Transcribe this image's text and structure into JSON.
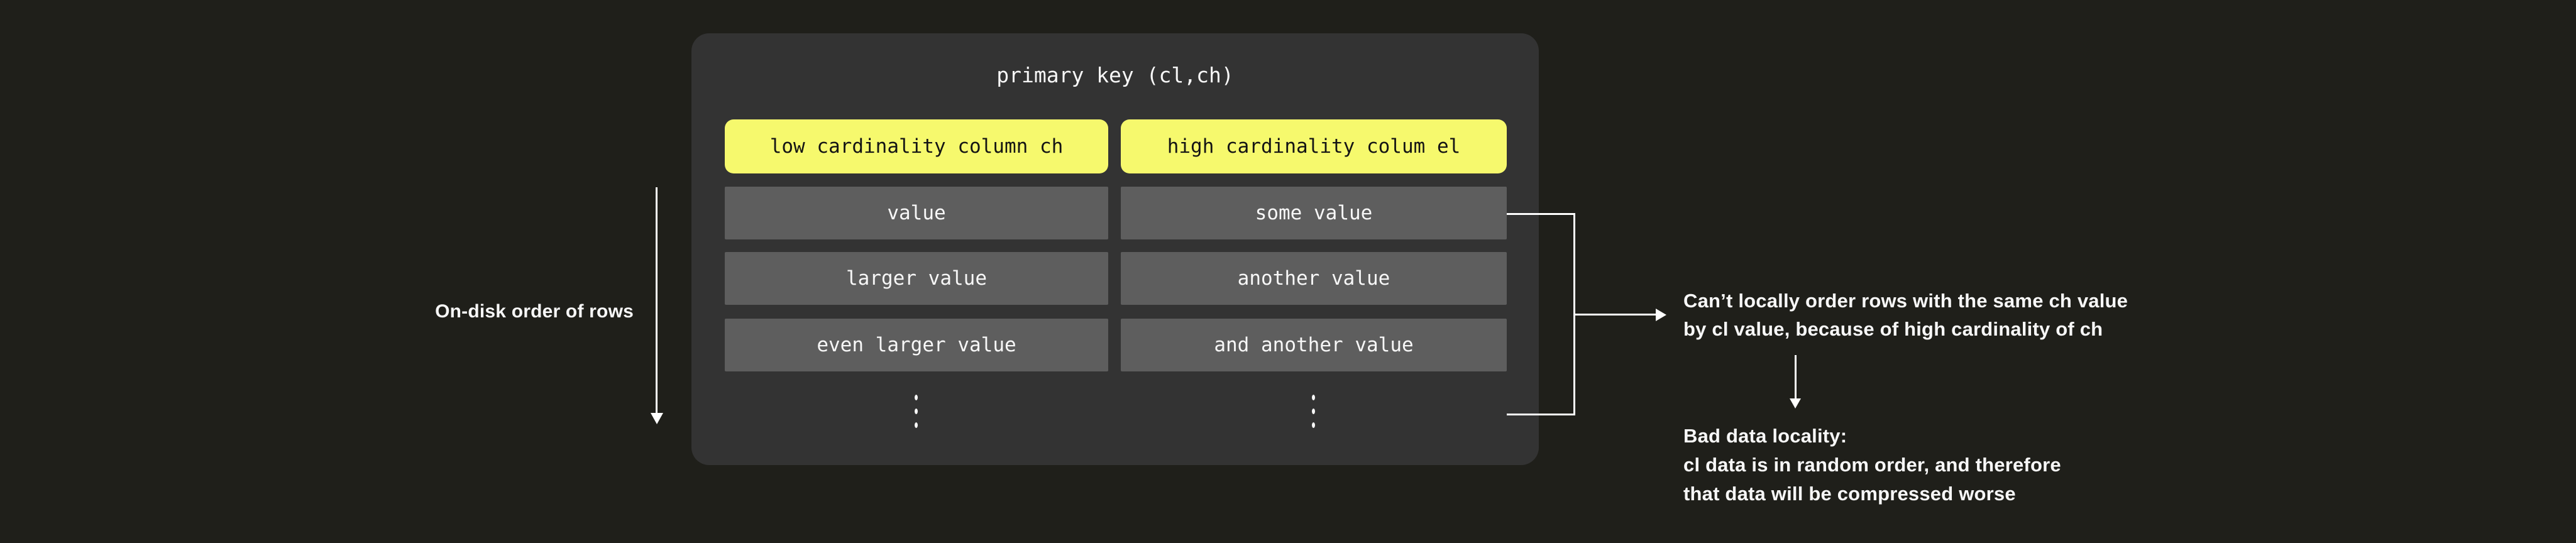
{
  "colors": {
    "background": "#1f1f1a",
    "panel": "#333333",
    "row": "#5e5e5e",
    "accent": "#f6f96d",
    "ink": "#f7f7f7",
    "dark": "#141414",
    "line": "#ffffff"
  },
  "left_annotation": {
    "label": "On-disk order of rows"
  },
  "panel": {
    "title": "primary key (cl,ch)",
    "columns": [
      {
        "header": "low cardinality column ch",
        "rows": [
          "value",
          "larger value",
          "even larger value"
        ],
        "more_rows_indicator": "⋮"
      },
      {
        "header": "high cardinality colum el",
        "rows": [
          "some value",
          "another value",
          "and another value"
        ],
        "more_rows_indicator": "⋮"
      }
    ]
  },
  "right_annotations": {
    "cant_order_note": {
      "line1": "Can’t locally order rows with the same ch value",
      "line2": "by cl value, because of high cardinality of ch"
    },
    "bad_locality_note": {
      "line1": "Bad data locality:",
      "line2": "cl data is in random order, and therefore",
      "line3": "that data will be compressed worse"
    }
  }
}
